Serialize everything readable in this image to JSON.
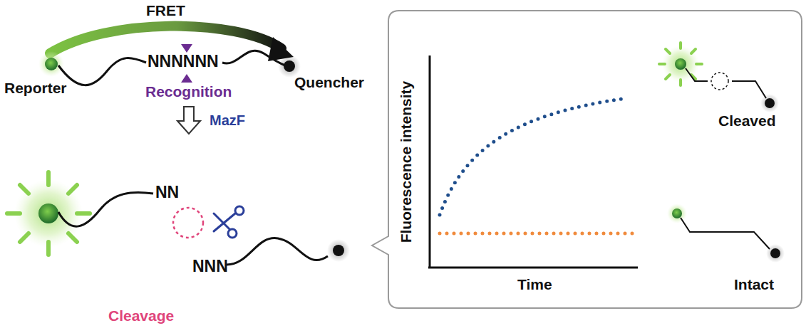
{
  "diagram": {
    "labels": [
      "FRET",
      "Reporter",
      "NNNNNN",
      "Recognition",
      "Quencher",
      "MazF",
      "NN",
      "NNN",
      "Cleavage",
      "Fluorescence intensity",
      "Time",
      "Cleaved",
      "Intact"
    ]
  }
}
